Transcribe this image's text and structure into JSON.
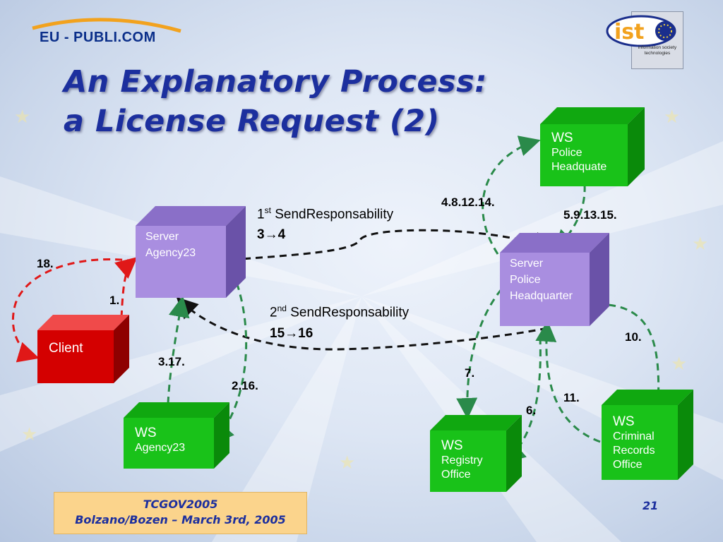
{
  "logos": {
    "eu_publi": "EU - PUBLI.COM",
    "ist": "ist",
    "ist_caption": "information society technologies"
  },
  "title": {
    "line1": "An Explanatory Process:",
    "line2": "a License Request (2)"
  },
  "nodes": {
    "client": {
      "line1": "Client"
    },
    "server_agency": {
      "line1": "Server",
      "line2": "Agency23"
    },
    "ws_agency": {
      "line1": "WS",
      "line2": "Agency23"
    },
    "ws_police": {
      "line1": "WS",
      "line2": "Police",
      "line3": "Headquate"
    },
    "server_police": {
      "line1": "Server",
      "line2": "Police",
      "line3": "Headquarter"
    },
    "ws_registry": {
      "line1": "WS",
      "line2": "Registry",
      "line3": "Office"
    },
    "ws_criminal": {
      "line1": "WS",
      "line2": "Criminal",
      "line3": "Records",
      "line4": "Office"
    }
  },
  "steps": {
    "s18": "18.",
    "s1": "1.",
    "s3_17": "3.17.",
    "s2_16": "2.16.",
    "s4_8_12_14": "4.8.12.14.",
    "s5_9_13_15": "5.9.13.15.",
    "s10": "10.",
    "s7": "7.",
    "s6": "6.",
    "s11": "11."
  },
  "captions": {
    "first_num": "1",
    "first_sup": "st",
    "first_text": " SendResponsability",
    "first_steps": "3→4",
    "second_num": "2",
    "second_sup": "nd",
    "second_text": " SendResponsability",
    "second_steps": "15→16"
  },
  "footer": {
    "line1": "TCGOV2005",
    "line2": "Bolzano/Bozen – March 3rd, 2005",
    "page": "21"
  },
  "colors": {
    "server": "#a98ee0",
    "ws": "#19c219",
    "client": "#d40000",
    "title": "#1c2f9e",
    "arrow_red": "#e01818",
    "arrow_black": "#111111",
    "arrow_green": "#2a8a4a"
  }
}
